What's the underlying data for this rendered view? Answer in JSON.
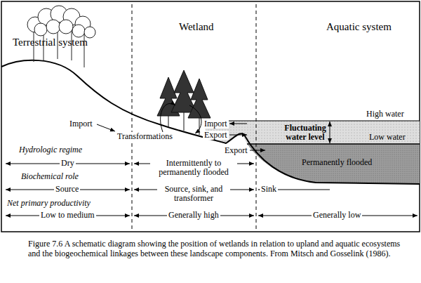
{
  "diagram": {
    "caption": "Figure 7.6 A schematic diagram showing the position of wetlands in relation to upland and aquatic ecosystems and the biogeochemical linkages between these landscape components. From Mitsch and Gosselink (1986).",
    "nodes": [
      {
        "text": [
          "Terrestrial system"
        ]
      },
      {
        "text": [
          "Wetland"
        ]
      },
      {
        "text": [
          "Aquatic system"
        ]
      }
    ],
    "labels": [
      "Import",
      "Transformations",
      "Import",
      "Export",
      "Export",
      "High water",
      "Fluctuating water level",
      "Low water",
      "Permanently flooded",
      "Sink",
      "Hydrologic regime",
      "Dry",
      "Intermittently to permanently flooded",
      "Biochemical role",
      "Source",
      "Source, sink, and transformer",
      "Net primary productivity",
      "Low to medium",
      "Generally high",
      "Generally low"
    ]
  }
}
